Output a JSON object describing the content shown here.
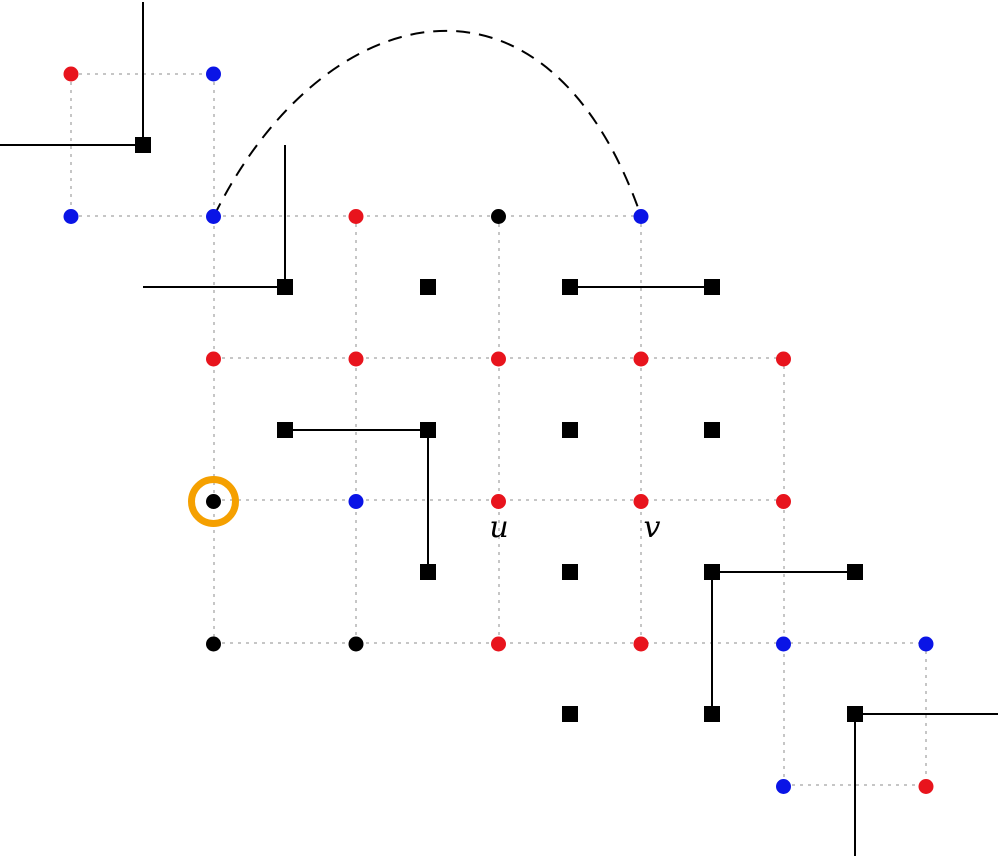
{
  "colors": {
    "red": "#e8141d",
    "blue": "#0a14e6",
    "black": "#000000",
    "highlight": "#f5a000",
    "grid": "#8c8c8c"
  },
  "labels": {
    "u": "u",
    "v": "v"
  },
  "diagram": {
    "grid_spacing_px": 142.5,
    "dots": [
      {
        "col": 0,
        "row": 0,
        "color": "red"
      },
      {
        "col": 1,
        "row": 0,
        "color": "blue"
      },
      {
        "col": 0,
        "row": 1,
        "color": "blue"
      },
      {
        "col": 1,
        "row": 1,
        "color": "blue"
      },
      {
        "col": 2,
        "row": 1,
        "color": "red"
      },
      {
        "col": 3,
        "row": 1,
        "color": "black"
      },
      {
        "col": 4,
        "row": 1,
        "color": "blue"
      },
      {
        "col": 1,
        "row": 2,
        "color": "red"
      },
      {
        "col": 2,
        "row": 2,
        "color": "red"
      },
      {
        "col": 3,
        "row": 2,
        "color": "red"
      },
      {
        "col": 4,
        "row": 2,
        "color": "red"
      },
      {
        "col": 5,
        "row": 2,
        "color": "red"
      },
      {
        "col": 1,
        "row": 3,
        "color": "black",
        "highlight": true
      },
      {
        "col": 2,
        "row": 3,
        "color": "blue"
      },
      {
        "col": 3,
        "row": 3,
        "color": "red",
        "label": "u"
      },
      {
        "col": 4,
        "row": 3,
        "color": "red",
        "label": "v"
      },
      {
        "col": 5,
        "row": 3,
        "color": "red"
      },
      {
        "col": 1,
        "row": 4,
        "color": "black"
      },
      {
        "col": 2,
        "row": 4,
        "color": "black"
      },
      {
        "col": 3,
        "row": 4,
        "color": "red"
      },
      {
        "col": 4,
        "row": 4,
        "color": "red"
      },
      {
        "col": 5,
        "row": 4,
        "color": "blue"
      },
      {
        "col": 6,
        "row": 4,
        "color": "blue"
      },
      {
        "col": 5,
        "row": 5,
        "color": "blue"
      },
      {
        "col": 6,
        "row": 5,
        "color": "red"
      }
    ]
  }
}
